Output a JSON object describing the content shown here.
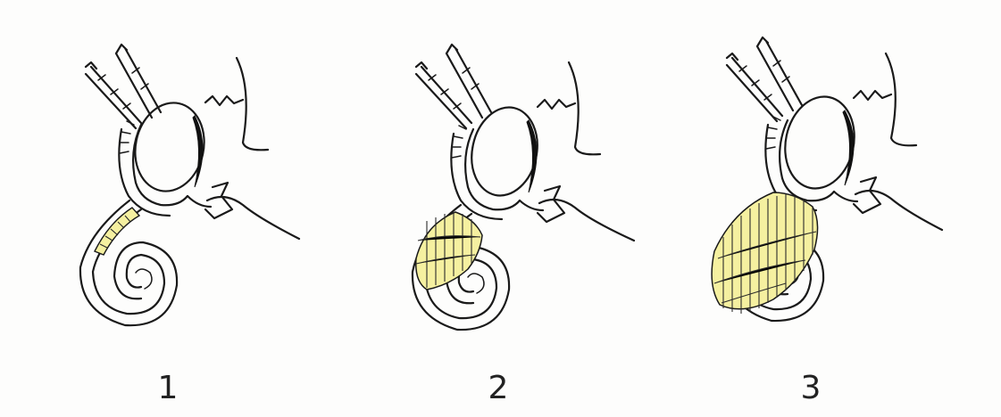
{
  "panels": [
    {
      "label": "1",
      "lesion_extent": 1,
      "highlight_color": "#f5f0a0"
    },
    {
      "label": "2",
      "lesion_extent": 2,
      "highlight_color": "#f5f0a0"
    },
    {
      "label": "3",
      "lesion_extent": 3,
      "highlight_color": "#f5f0a0"
    }
  ]
}
